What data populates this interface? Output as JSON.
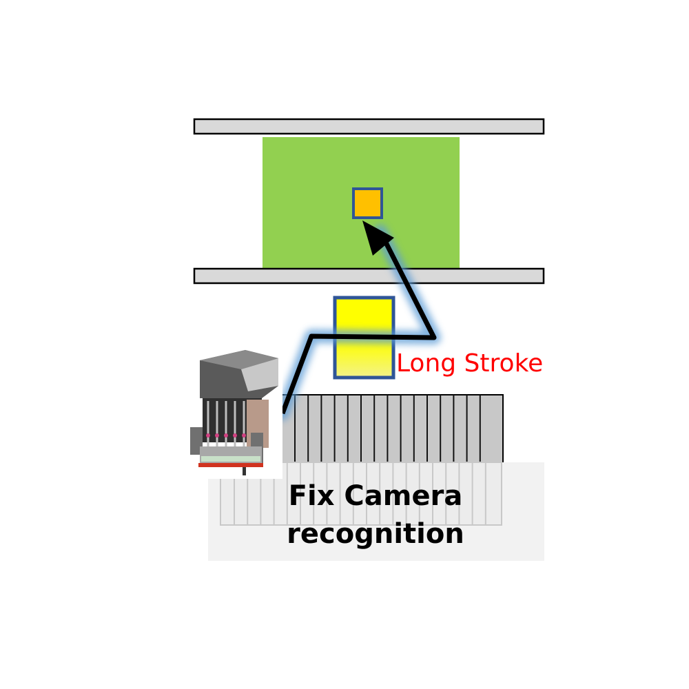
{
  "labels": {
    "stroke": "Long Stroke",
    "caption_line1": "Fix Camera",
    "caption_line2": "recognition"
  },
  "colors": {
    "board": "#92d050",
    "component": "#ffc000",
    "component_border": "#2f5597",
    "camera_fill": "#ffff00",
    "camera_border": "#2f5597",
    "rail_fill": "#d9d9d9",
    "path_line": "#000000",
    "path_glow": "#5b9bd5",
    "stroke_text": "#ff0000",
    "caption_text": "#000000"
  },
  "icons": {
    "head": "pick-and-place-head-icon",
    "feeder": "tape-feeder-bank-icon"
  }
}
